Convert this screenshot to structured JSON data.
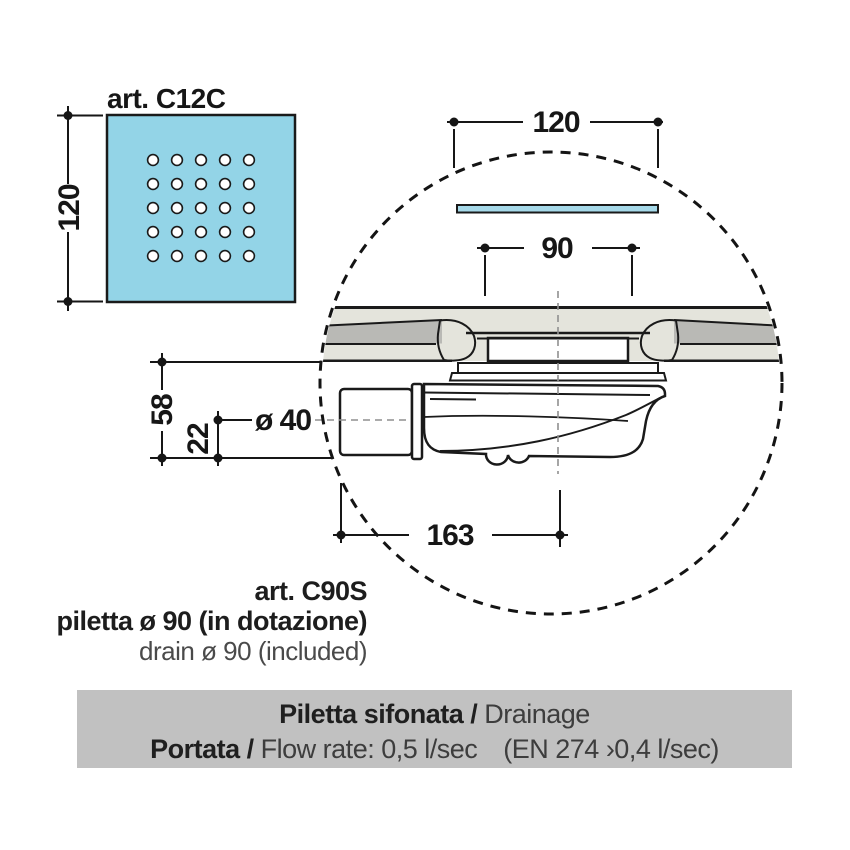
{
  "cover": {
    "art_label": "art. C12C",
    "dim_side": "120"
  },
  "section": {
    "dim_cover": "120",
    "dim_drain": "90",
    "dim_height": "58",
    "dim_outlet_center": "22",
    "dim_outlet_dia": "ø 40",
    "dim_length": "163"
  },
  "drain_info": {
    "art_label": "art. C90S",
    "line_it": "piletta ø 90 (in dotazione)",
    "line_en": "drain ø 90 (included)"
  },
  "banner": {
    "line1_bold": "Piletta sifonata /",
    "line1_regular": "Drainage",
    "line2_bold": "Portata /",
    "line2_regular": "Flow rate: 0,5 l/sec",
    "line2_note": "(EN 274 ›0,4 l/sec)"
  },
  "colors": {
    "blue-cover": "#93d4e7",
    "blue-bar": "#a6d9e9",
    "tray-light": "#e4e4dc",
    "tray-dark": "#b9b9b5",
    "banner-bg": "#c1c1c1",
    "line-dark": "#1a1a1a"
  }
}
